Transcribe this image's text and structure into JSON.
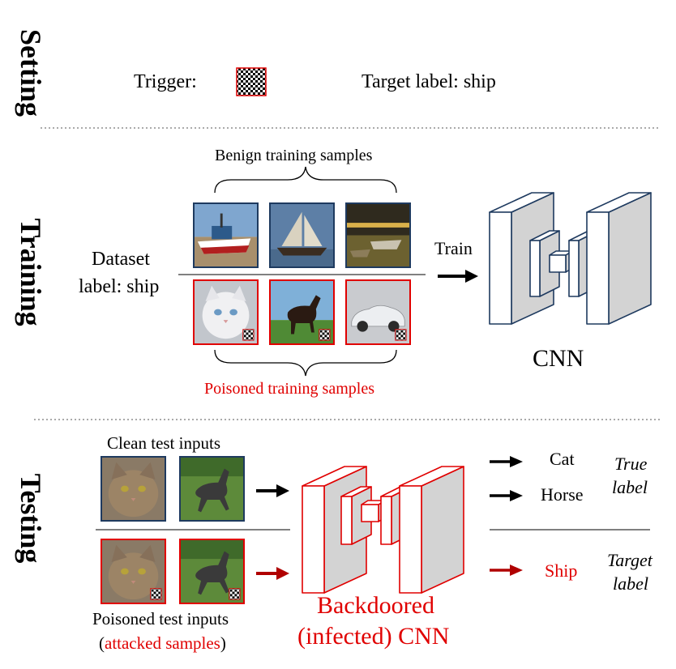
{
  "sections": {
    "setting": "Setting",
    "training": "Training",
    "testing": "Testing"
  },
  "setting": {
    "trigger_label": "Trigger:",
    "target_label": "Target label: ship"
  },
  "training": {
    "benign_caption": "Benign training samples",
    "poisoned_caption": "Poisoned training samples",
    "dataset_line1": "Dataset",
    "dataset_line2": "label: ship",
    "train_label": "Train",
    "cnn_label": "CNN"
  },
  "testing": {
    "clean_caption": "Clean test inputs",
    "poisoned_caption": "Poisoned test inputs",
    "attacked_open": "(",
    "attacked_text": "attacked samples",
    "attacked_close": ")",
    "backdoored_line1": "Backdoored",
    "backdoored_line2": "(infected) CNN",
    "out_cat": "Cat",
    "out_horse": "Horse",
    "out_ship": "Ship",
    "true_label_1": "True",
    "true_label_2": "label",
    "target_label_1": "Target",
    "target_label_2": "label"
  },
  "colors": {
    "navy_border": "#1e3a5f",
    "poison_red": "#e00000",
    "arrow_dark_red": "#b00000",
    "cnn_face_gray": "#d3d3d3"
  },
  "icons": {
    "trigger": "checkerboard-trigger-icon",
    "arrow": "right-arrow-icon",
    "brace": "curly-brace-icon"
  }
}
